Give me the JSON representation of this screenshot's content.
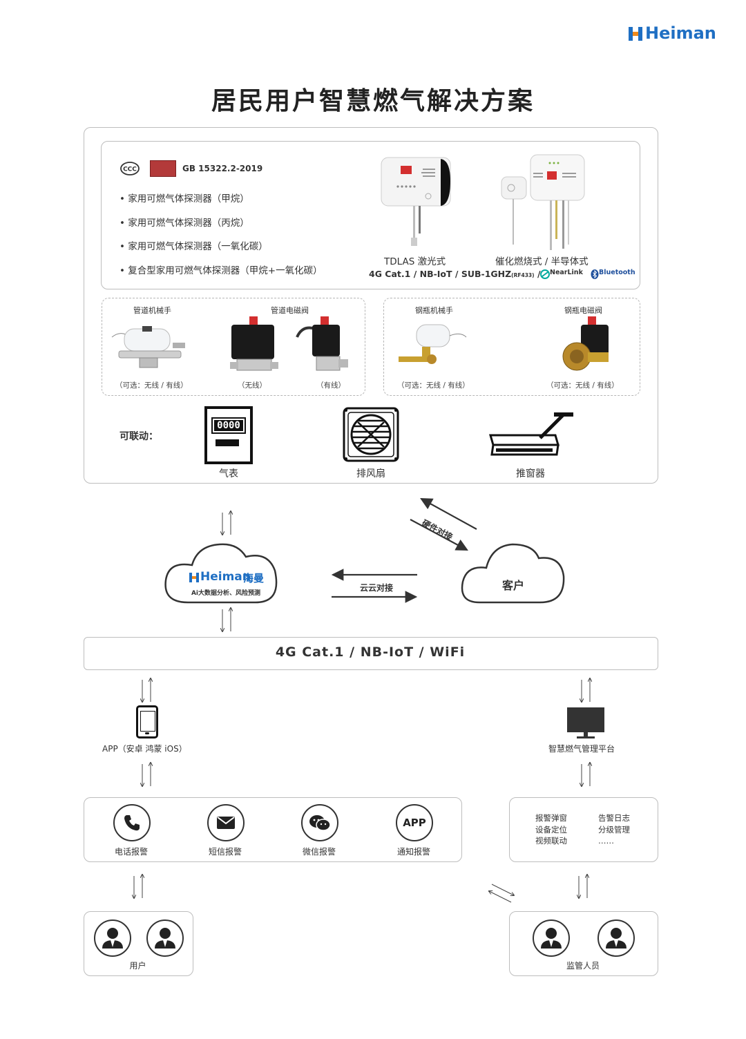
{
  "brand": {
    "logo_text": "Heiman",
    "colors": {
      "blue": "#1f6fc3",
      "orange": "#f08a1c",
      "red": "#e53935",
      "dark": "#222222"
    }
  },
  "title": "居民用户智慧燃气解决方案",
  "detectors": {
    "cert_icon": "ccc-cert-icon",
    "standard": "GB 15322.2-2019",
    "items": [
      "家用可燃气体探测器（甲烷）",
      "家用可燃气体探测器（丙烷）",
      "家用可燃气体探测器（一氧化碳）",
      "复合型家用可燃气体探测器（甲烷+一氧化碳）"
    ],
    "tdlas_label": "TDLAS 激光式",
    "catalytic_label": "催化燃烧式 / 半导体式",
    "protocols": "4G Cat.1 / NB-IoT /  SUB-1GHZ",
    "protocol_sub": "(RF433)",
    "protocol_slash": "/",
    "nearlink": "NearLink",
    "bluetooth": "Bluetooth"
  },
  "valves_pipe": {
    "left_label": "管道机械手",
    "right_label": "管道电磁阀",
    "captions": [
      "（可选：无线 / 有线）",
      "（无线）",
      "（有线）"
    ]
  },
  "valves_cylinder": {
    "left_label": "钢瓶机械手",
    "right_label": "钢瓶电磁阀",
    "captions": [
      "（可选：无线 / 有线）",
      "（可选：无线 / 有线）"
    ]
  },
  "linkage": {
    "label": "可联动：",
    "meter_digits": "0000",
    "items": [
      "气表",
      "排风扇",
      "推窗器"
    ]
  },
  "cloud": {
    "heiman_logo": "Heiman",
    "heiman_cn": "海曼",
    "heiman_sub": "Ai大数据分析、风险预测",
    "customer": "客户",
    "cloud_link": "云云对接",
    "hardware_link": "硬件对接"
  },
  "network": "4G Cat.1 / NB-IoT / WiFi",
  "app": {
    "label": "APP（安卓 鸿蒙 iOS）"
  },
  "platform": {
    "label": "智慧燃气管理平台"
  },
  "alerts": [
    {
      "icon": "phone-icon",
      "label": "电话报警"
    },
    {
      "icon": "mail-icon",
      "label": "短信报警"
    },
    {
      "icon": "wechat-icon",
      "label": "微信报警"
    },
    {
      "icon": "app-icon",
      "label": "通知报警",
      "glyph": "APP"
    }
  ],
  "platform_features": {
    "left": [
      "报警弹窗",
      "设备定位",
      "视频联动"
    ],
    "right": [
      "告警日志",
      "分级管理",
      "……"
    ]
  },
  "users": {
    "label": "用户"
  },
  "supervisors": {
    "label": "监管人员"
  }
}
